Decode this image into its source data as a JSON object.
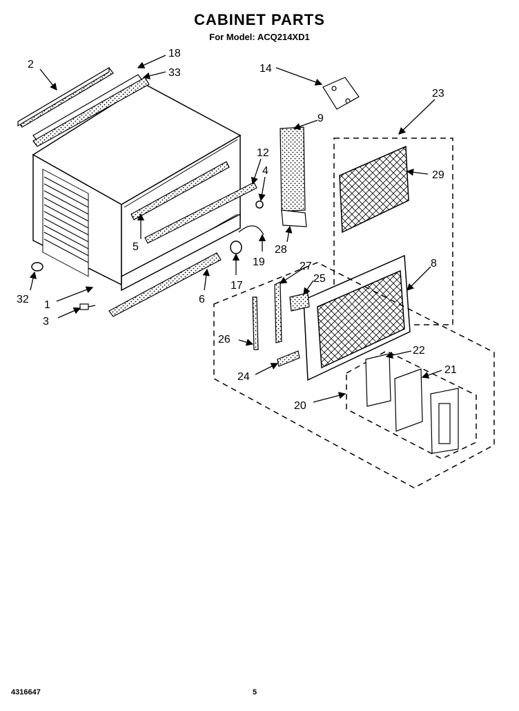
{
  "header": {
    "title": "CABINET PARTS",
    "subtitle": "For Model: ACQ214XD1"
  },
  "footer": {
    "doc_number": "4316647",
    "page_number": "5"
  },
  "callouts": [
    "1",
    "2",
    "3",
    "4",
    "5",
    "6",
    "8",
    "9",
    "12",
    "14",
    "17",
    "18",
    "19",
    "20",
    "21",
    "22",
    "23",
    "24",
    "25",
    "26",
    "27",
    "28",
    "29",
    "32",
    "33"
  ]
}
